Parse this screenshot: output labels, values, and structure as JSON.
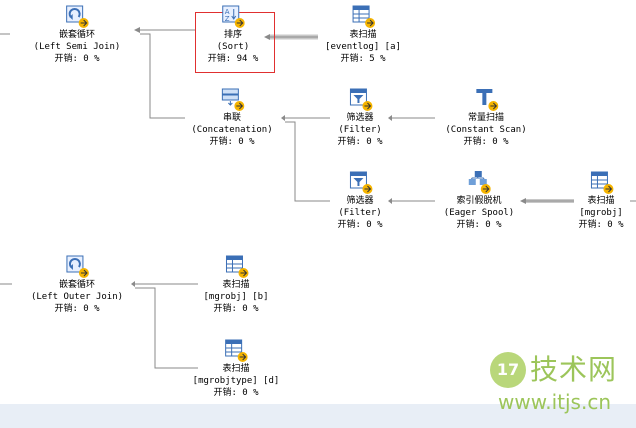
{
  "plan_nodes": {
    "nested_loop_top": {
      "name": "嵌套循环",
      "op": "(Left Semi Join)",
      "cost": "开销: 0 %"
    },
    "sort": {
      "name": "排序",
      "op": "(Sort)",
      "cost": "开销: 94 %"
    },
    "scan_eventlog": {
      "name": "表扫描",
      "op": "[eventlog] [a]",
      "cost": "开销: 5 %"
    },
    "concatenation": {
      "name": "串联",
      "op": "(Concatenation)",
      "cost": "开销: 0 %"
    },
    "filter_1": {
      "name": "筛选器",
      "op": "(Filter)",
      "cost": "开销: 0 %"
    },
    "constant_scan": {
      "name": "常量扫描",
      "op": "(Constant Scan)",
      "cost": "开销: 0 %"
    },
    "filter_2": {
      "name": "筛选器",
      "op": "(Filter)",
      "cost": "开销: 0 %"
    },
    "eager_spool": {
      "name": "索引假脱机",
      "op": "(Eager Spool)",
      "cost": "开销: 0 %"
    },
    "scan_mgrobj_right": {
      "name": "表扫描",
      "op": "[mgrobj]",
      "cost": "开销: 0 %"
    },
    "nested_loop_bottom": {
      "name": "嵌套循环",
      "op": "(Left Outer Join)",
      "cost": "开销: 0 %"
    },
    "scan_mgrobj_b": {
      "name": "表扫描",
      "op": "[mgrobj] [b]",
      "cost": "开销: 0 %"
    },
    "scan_mgrobjtype_d": {
      "name": "表扫描",
      "op": "[mgrobjtype] [d]",
      "cost": "开销: 0 %"
    }
  },
  "watermark": {
    "badge": "17",
    "name": "技术网",
    "url": "www.itjs.cn"
  },
  "colors": {
    "selection_border": "#e03030",
    "arrow": "#8a8a8a",
    "background": "#ffffff",
    "strip": "#e8eef6",
    "watermark": "#9cc55a"
  }
}
